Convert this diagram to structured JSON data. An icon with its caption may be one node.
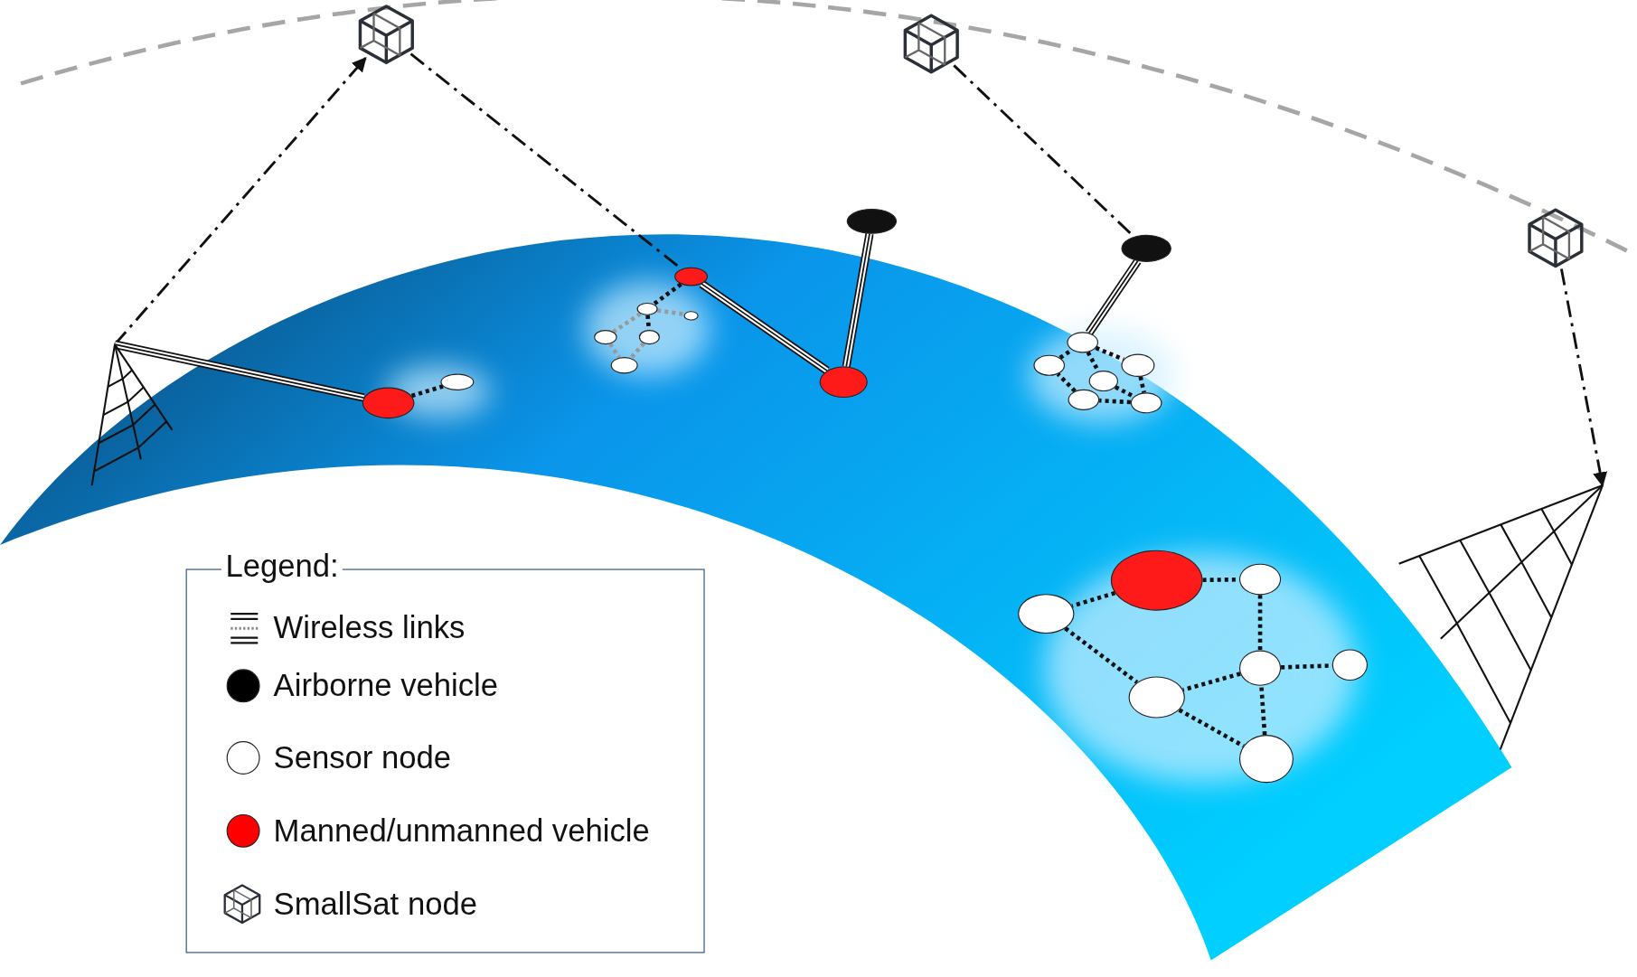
{
  "diagram": {
    "nodes": [
      {
        "text": [],
        "shape": "cube"
      },
      {
        "text": [],
        "shape": "cube"
      },
      {
        "text": [],
        "shape": "cube"
      },
      {
        "text": [],
        "shape": "ellipse"
      },
      {
        "text": [],
        "shape": "ellipse"
      },
      {
        "text": [],
        "shape": "ellipse"
      },
      {
        "text": [],
        "shape": "tower"
      },
      {
        "text": [],
        "shape": "ellipse"
      },
      {
        "text": [],
        "shape": "ellipse"
      },
      {
        "text": [],
        "shape": "ellipse"
      },
      {
        "text": [],
        "shape": "ellipse"
      },
      {
        "text": [],
        "shape": "ellipse"
      },
      {
        "text": [],
        "shape": "ellipse"
      },
      {
        "text": [],
        "shape": "ellipse"
      },
      {
        "text": [],
        "shape": "ellipse"
      },
      {
        "text": [],
        "shape": "ellipse"
      },
      {
        "text": [],
        "shape": "ellipse"
      },
      {
        "text": [],
        "shape": "ellipse"
      },
      {
        "text": [],
        "shape": "ellipse"
      },
      {
        "text": [],
        "shape": "ellipse"
      },
      {
        "text": [],
        "shape": "ellipse"
      },
      {
        "text": [],
        "shape": "tower"
      },
      {
        "text": [],
        "shape": "ellipse"
      },
      {
        "text": [],
        "shape": "ellipse"
      },
      {
        "text": [],
        "shape": "ellipse"
      },
      {
        "text": [],
        "shape": "ellipse"
      },
      {
        "text": [],
        "shape": "ellipse"
      },
      {
        "text": [],
        "shape": "ellipse"
      },
      {
        "text": [],
        "shape": "ellipse"
      }
    ],
    "edges": [
      {
        "from": 6,
        "to": 0,
        "arrow": "to",
        "style": "dashed"
      },
      {
        "from": 0,
        "to": 5,
        "arrow": "none",
        "style": "dashed"
      },
      {
        "from": 1,
        "to": 4,
        "arrow": "none",
        "style": "dashed"
      },
      {
        "from": 2,
        "to": 21,
        "arrow": "to",
        "style": "dashed"
      },
      {
        "from": 6,
        "to": 17,
        "arrow": "none",
        "style": "thick"
      },
      {
        "from": 5,
        "to": 16,
        "arrow": "none",
        "style": "thick"
      },
      {
        "from": 3,
        "to": 16,
        "arrow": "none",
        "style": "thick"
      },
      {
        "from": 4,
        "to": 12,
        "arrow": "none",
        "style": "thick"
      },
      {
        "from": 17,
        "to": 18,
        "arrow": "none",
        "style": "dashed"
      },
      {
        "from": 5,
        "to": 7,
        "arrow": "none",
        "style": "dashed"
      },
      {
        "from": 7,
        "to": 8,
        "arrow": "none",
        "style": "dashed",
        "color": "#999999"
      },
      {
        "from": 7,
        "to": 9,
        "arrow": "none",
        "style": "dashed",
        "color": "#999999"
      },
      {
        "from": 7,
        "to": 10,
        "arrow": "none",
        "style": "dashed"
      },
      {
        "from": 9,
        "to": 11,
        "arrow": "none",
        "style": "dashed",
        "color": "#999999"
      },
      {
        "from": 10,
        "to": 11,
        "arrow": "none",
        "style": "dashed",
        "color": "#999999"
      },
      {
        "from": 12,
        "to": 14,
        "arrow": "none",
        "style": "dashed"
      },
      {
        "from": 14,
        "to": 20,
        "arrow": "none",
        "style": "dashed"
      },
      {
        "from": 20,
        "to": 19,
        "arrow": "none",
        "style": "dashed"
      },
      {
        "from": 19,
        "to": 13,
        "arrow": "none",
        "style": "dashed"
      },
      {
        "from": 13,
        "to": 12,
        "arrow": "none",
        "style": "dashed"
      },
      {
        "from": 12,
        "to": 15,
        "arrow": "none",
        "style": "dashed"
      },
      {
        "from": 15,
        "to": 20,
        "arrow": "none",
        "style": "dashed"
      },
      {
        "from": 22,
        "to": 24,
        "arrow": "none",
        "style": "dashed"
      },
      {
        "from": 22,
        "to": 23,
        "arrow": "none",
        "style": "dashed"
      },
      {
        "from": 23,
        "to": 26,
        "arrow": "none",
        "style": "dashed"
      },
      {
        "from": 26,
        "to": 25,
        "arrow": "none",
        "style": "dashed"
      },
      {
        "from": 26,
        "to": 27,
        "arrow": "none",
        "style": "dashed"
      },
      {
        "from": 24,
        "to": 27,
        "arrow": "none",
        "style": "dashed"
      },
      {
        "from": 27,
        "to": 28,
        "arrow": "none",
        "style": "dashed"
      },
      {
        "from": 28,
        "to": 26,
        "arrow": "none",
        "style": "dashed"
      }
    ],
    "labels": [
      "Legend:"
    ],
    "legend": [
      {
        "text": "Wireless links"
      },
      {
        "text": "Airborne vehicle",
        "color": "#000000"
      },
      {
        "text": "Sensor node",
        "color": "#ffffff"
      },
      {
        "text": "Manned/unmanned vehicle",
        "color": "#ff0000"
      },
      {
        "text": "SmallSat node"
      }
    ]
  }
}
